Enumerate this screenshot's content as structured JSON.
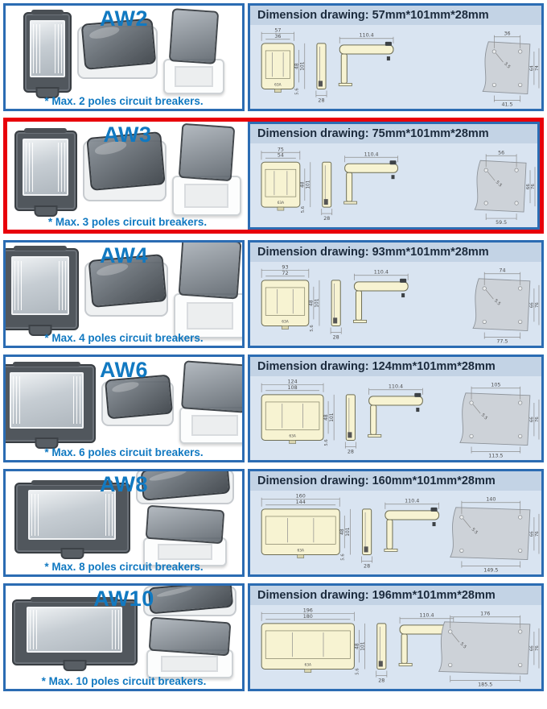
{
  "colors": {
    "panel_border": "#2b6cb3",
    "highlight_border": "#e8000b",
    "title_blue": "#1179c1",
    "header_bg": "#c3d3e5",
    "drawing_bg": "#d9e4f1",
    "drawing_fill": "#f7f3d2",
    "rear_panel_fill": "#cdd2d8"
  },
  "rows": [
    {
      "model": "AW2",
      "caption": "* Max. 2 poles circuit breakers.",
      "header": "Dimension drawing: 57mm*101mm*28mm",
      "highlighted": false,
      "dims": {
        "front_outer_w": "57",
        "front_inner_w": "36",
        "front_inner_h": "48",
        "front_outer_h": "101",
        "front_foot": "5.6",
        "face_label": "63A",
        "side_depth": "28",
        "top_len": "110.4",
        "rear_top": "36",
        "rear_hole": "3.5",
        "rear_inner_h": "64",
        "rear_outer_h": "74",
        "rear_bottom": "41.5"
      }
    },
    {
      "model": "AW3",
      "caption": "* Max. 3 poles circuit breakers.",
      "header": "Dimension drawing: 75mm*101mm*28mm",
      "highlighted": true,
      "dims": {
        "front_outer_w": "75",
        "front_inner_w": "54",
        "front_inner_h": "48",
        "front_outer_h": "101",
        "front_foot": "5.6",
        "face_label": "63A",
        "side_depth": "28",
        "top_len": "110.4",
        "rear_top": "56",
        "rear_hole": "5.5",
        "rear_inner_h": "66",
        "rear_outer_h": "76",
        "rear_bottom": "59.5"
      }
    },
    {
      "model": "AW4",
      "caption": "* Max. 4 poles circuit breakers.",
      "header": "Dimension drawing: 93mm*101mm*28mm",
      "highlighted": false,
      "dims": {
        "front_outer_w": "93",
        "front_inner_w": "72",
        "front_inner_h": "48",
        "front_outer_h": "101",
        "front_foot": "5.6",
        "face_label": "63A",
        "side_depth": "28",
        "top_len": "110.4",
        "rear_top": "74",
        "rear_hole": "5.5",
        "rear_inner_h": "66",
        "rear_outer_h": "76",
        "rear_bottom": "77.5"
      }
    },
    {
      "model": "AW6",
      "caption": "* Max. 6 poles circuit breakers.",
      "header": "Dimension drawing: 124mm*101mm*28mm",
      "highlighted": false,
      "dims": {
        "front_outer_w": "124",
        "front_inner_w": "108",
        "front_inner_h": "48",
        "front_outer_h": "101",
        "front_foot": "5.6",
        "face_label": "63A",
        "side_depth": "28",
        "top_len": "110.4",
        "rear_top": "105",
        "rear_hole": "5.5",
        "rear_inner_h": "66",
        "rear_outer_h": "76",
        "rear_bottom": "113.5"
      }
    },
    {
      "model": "AW8",
      "caption": "* Max. 8 poles circuit breakers.",
      "header": "Dimension drawing: 160mm*101mm*28mm",
      "highlighted": false,
      "dims": {
        "front_outer_w": "160",
        "front_inner_w": "144",
        "front_inner_h": "48",
        "front_outer_h": "101",
        "front_foot": "5.6",
        "face_label": "63A",
        "side_depth": "28",
        "top_len": "110.4",
        "rear_top": "140",
        "rear_hole": "5.5",
        "rear_inner_h": "66",
        "rear_outer_h": "76",
        "rear_bottom": "149.5"
      }
    },
    {
      "model": "AW10",
      "caption": "* Max. 10 poles circuit breakers.",
      "header": "Dimension drawing: 196mm*101mm*28mm",
      "highlighted": false,
      "dims": {
        "front_outer_w": "196",
        "front_inner_w": "180",
        "front_inner_h": "48",
        "front_outer_h": "101",
        "front_foot": "5.6",
        "face_label": "63A",
        "side_depth": "28",
        "top_len": "110.4",
        "rear_top": "176",
        "rear_hole": "5.5",
        "rear_inner_h": "66",
        "rear_outer_h": "76",
        "rear_bottom": "185.5"
      }
    }
  ]
}
